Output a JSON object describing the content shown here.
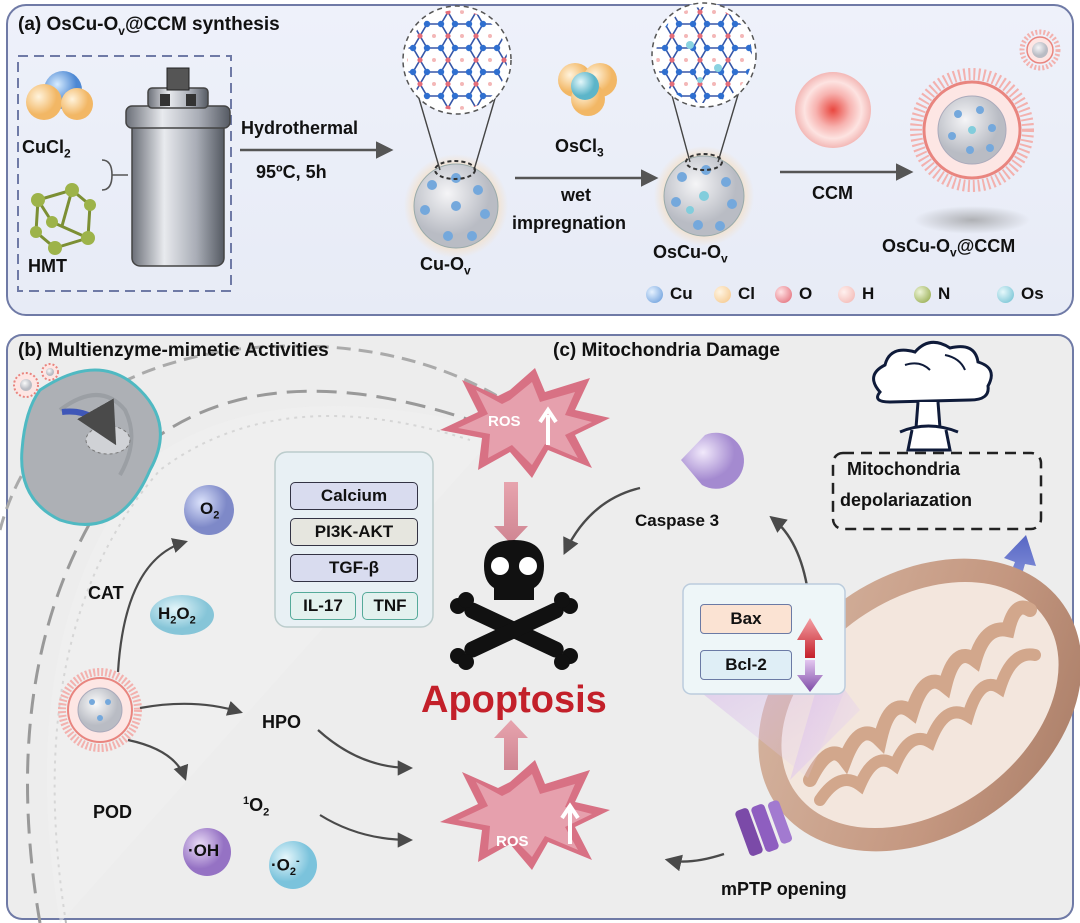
{
  "panel_a": {
    "title": "(a)  OsCu-O",
    "title_sub": "v",
    "title_tail": "@CCM synthesis",
    "reagent1": "CuCl",
    "reagent1_sub": "2",
    "reagent2": "HMT",
    "step1_top": "Hydrothermal",
    "step1_bottom": "95ºC, 5h",
    "prod1": "Cu-O",
    "prod1_sub": "v",
    "step2_top": "OsCl",
    "step2_top_sub": "3",
    "step2_bottom1": "wet",
    "step2_bottom2": "impregnation",
    "prod2": "OsCu-O",
    "prod2_sub": "v",
    "step3": "CCM",
    "prod3": "OsCu-O",
    "prod3_sub": "v",
    "prod3_tail": "@CCM",
    "legend": [
      {
        "label": "Cu",
        "color": "#6a9fdc"
      },
      {
        "label": "Cl",
        "color": "#f7cf9a"
      },
      {
        "label": "O",
        "color": "#e5727c"
      },
      {
        "label": "H",
        "color": "#f4c0bd"
      },
      {
        "label": "N",
        "color": "#95ad4c"
      },
      {
        "label": "Os",
        "color": "#7ec9d8"
      }
    ]
  },
  "panel_b": {
    "title": "(b) Multienzyme-mimetic Activities",
    "o2": "O",
    "o2_sub": "2",
    "cat": "CAT",
    "h2o2_a": "H",
    "h2o2_b": "2",
    "h2o2_c": "O",
    "h2o2_d": "2",
    "hpo": "HPO",
    "pod": "POD",
    "singlet_sup": "1",
    "singlet_main": "O",
    "singlet_sub": "2",
    "oh": "·OH",
    "superoxide_main": "·O",
    "superoxide_sub": "2",
    "superoxide_sup": "-",
    "pathways": [
      "Calcium",
      "PI3K-AKT",
      "TGF-β",
      "IL-17",
      "TNF"
    ]
  },
  "center": {
    "ros": "ROS",
    "apoptosis": "Apoptosis"
  },
  "panel_c": {
    "title": "(c) Mitochondria Damage",
    "mito_depol_1": "Mitochondria",
    "mito_depol_2": "depolariazation",
    "caspase": "Caspase 3",
    "bax": "Bax",
    "bcl2": "Bcl-2",
    "mptp": "mPTP opening"
  },
  "colors": {
    "border": "#6f7aa6",
    "apoptosis_red": "#c3202a",
    "ros_pink": "#d86c80",
    "arrow_gray": "#555555"
  }
}
